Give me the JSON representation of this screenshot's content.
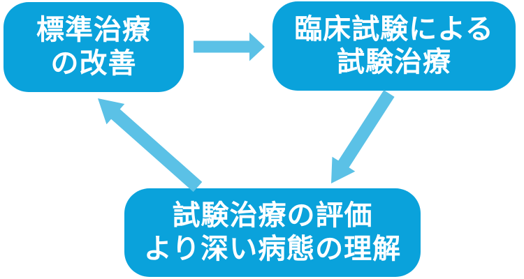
{
  "diagram": {
    "colors": {
      "node_fill": "#0aa2db",
      "arrow_fill": "#5bc1e6",
      "text": "#ffffff",
      "background": "#ffffff"
    },
    "nodes": [
      {
        "id": "standard-treatment-improvement",
        "label": "標準治療\nの改善"
      },
      {
        "id": "trial-treatment-by-clinical-trial",
        "label": "臨床試験による\n試験治療"
      },
      {
        "id": "evaluation-deeper-understanding",
        "label": "試験治療の評価\nより深い病態の理解"
      }
    ],
    "arrows": [
      {
        "id": "standard-to-trial",
        "from": "標準治療の改善",
        "to": "臨床試験による試験治療",
        "direction": "right"
      },
      {
        "id": "trial-to-evaluation",
        "from": "臨床試験による試験治療",
        "to": "試験治療の評価 より深い病態の理解",
        "direction": "down-left"
      },
      {
        "id": "evaluation-to-standard",
        "from": "試験治療の評価 より深い病態の理解",
        "to": "標準治療の改善",
        "direction": "up-left"
      }
    ]
  }
}
